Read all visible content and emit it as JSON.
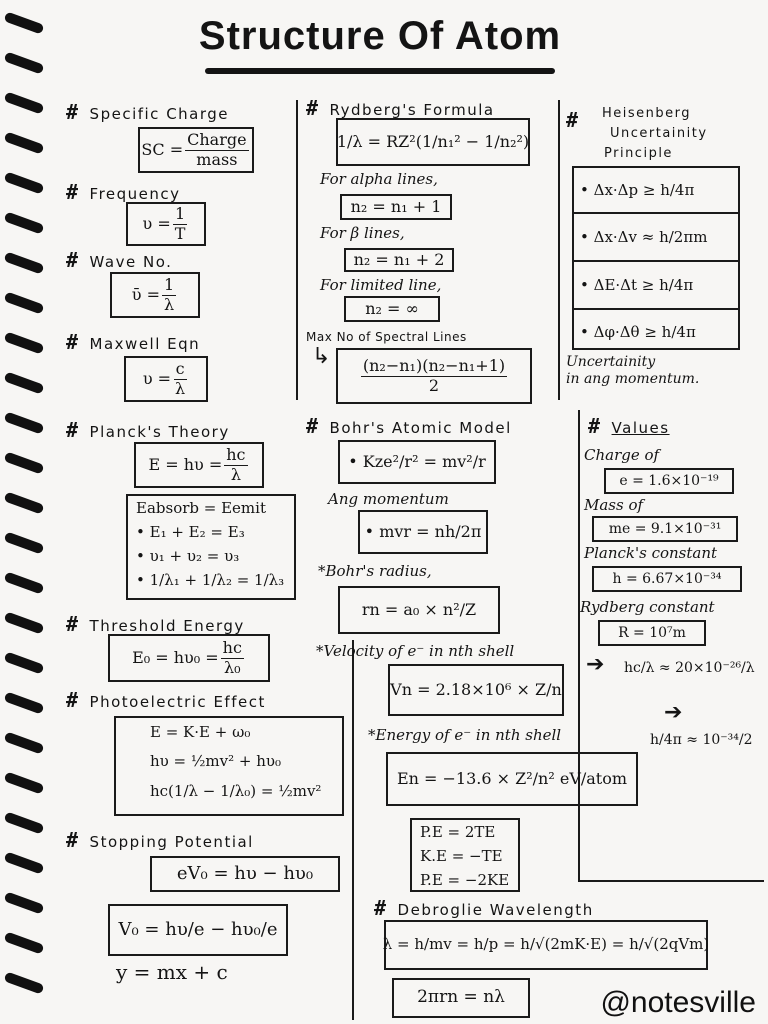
{
  "title": "Structure Of Atom",
  "watermark": "@notesville",
  "hash": "#",
  "col1": {
    "specific_charge": {
      "heading": "Specific Charge",
      "sc": "SC =",
      "num": "Charge",
      "den": "mass"
    },
    "frequency": {
      "heading": "Frequency",
      "lhs": "υ =",
      "num": "1",
      "den": "T"
    },
    "wave_no": {
      "heading": "Wave No.",
      "lhs": "ῡ =",
      "num": "1",
      "den": "λ"
    },
    "maxwell": {
      "heading": "Maxwell Eqn",
      "lhs": "υ =",
      "num": "c",
      "den": "λ"
    },
    "planck": {
      "heading": "Planck's Theory",
      "lhs": "E = hυ =",
      "num": "hc",
      "den": "λ",
      "lines": [
        "Eabsorb = Eemit",
        "• E₁ + E₂ = E₃",
        "• υ₁ + υ₂ = υ₃",
        "• 1/λ₁ + 1/λ₂ = 1/λ₃"
      ]
    },
    "threshold": {
      "heading": "Threshold Energy",
      "lhs": "E₀ = hυ₀ =",
      "num": "hc",
      "den": "λ₀"
    },
    "photoelectric": {
      "heading": "Photoelectric Effect",
      "lines": [
        "E = K·E + ω₀",
        "hυ = ½mv² + hυ₀",
        "hc(1/λ − 1/λ₀) = ½mv²"
      ]
    },
    "stopping": {
      "heading": "Stopping Potential",
      "eq1": "eV₀ = hυ − hυ₀",
      "eq2": "V₀ = hυ/e − hυ₀/e",
      "eq3": "y = mx + c"
    }
  },
  "col2": {
    "rydberg": {
      "heading": "Rydberg's Formula",
      "eq": "1/λ = RZ²(1/n₁² − 1/n₂²)"
    },
    "alpha": {
      "note": "For alpha lines,",
      "eq": "n₂ = n₁ + 1"
    },
    "beta": {
      "note": "For β lines,",
      "eq": "n₂ = n₁ + 2"
    },
    "limited": {
      "note": "For limited line,",
      "eq": "n₂ = ∞"
    },
    "max_lines": {
      "heading": "Max No of Spectral Lines",
      "num": "(n₂−n₁)(n₂−n₁+1)",
      "den": "2"
    },
    "bohr": {
      "heading": "Bohr's Atomic Model",
      "eq": "• Kze²/r² = mv²/r"
    },
    "ang": {
      "note": "Ang momentum",
      "eq": "• mvr = nh/2π"
    },
    "radius": {
      "note": "*Bohr's radius,",
      "eq": "rn = a₀ × n²/Z"
    },
    "velocity": {
      "note": "*Velocity of e⁻ in nth shell",
      "eq": "Vn = 2.18×10⁶ × Z/n"
    },
    "energy": {
      "note": "*Energy of e⁻ in nth shell",
      "eq": "En = −13.6 × Z²/n² eV/atom"
    },
    "pe": {
      "lines": [
        "P.E = 2TE",
        "K.E = −TE",
        "P.E = −2KE"
      ]
    }
  },
  "col3": {
    "heisenberg": {
      "heading_lines": [
        "Heisenberg",
        "Uncertainity",
        "Principle"
      ],
      "rows": [
        "• Δx·Δp ≥ h/4π",
        "• Δx·Δv ≈ h/2πm",
        "• ΔE·Δt ≥ h/4π",
        "• Δφ·Δθ ≥ h/4π"
      ],
      "note_lines": [
        "Uncertainity",
        "in ang momentum."
      ]
    },
    "values": {
      "heading": "Values",
      "items": [
        {
          "label": "Charge of",
          "value": "e = 1.6×10⁻¹⁹"
        },
        {
          "label": "Mass of",
          "value": "me = 9.1×10⁻³¹"
        },
        {
          "label": "Planck's constant",
          "value": "h = 6.67×10⁻³⁴"
        },
        {
          "label": "Rydberg constant",
          "value": "R = 10⁷m"
        }
      ],
      "approx1": "hc/λ ≈ 20×10⁻²⁶/λ",
      "approx2": "h/4π ≈ 10⁻³⁴/2"
    },
    "debroglie": {
      "heading": "Debroglie Wavelength",
      "eq": "λ = h/mv = h/p = h/√(2mK·E) = h/√(2qVm)",
      "eq2": "2πrn = nλ"
    }
  }
}
